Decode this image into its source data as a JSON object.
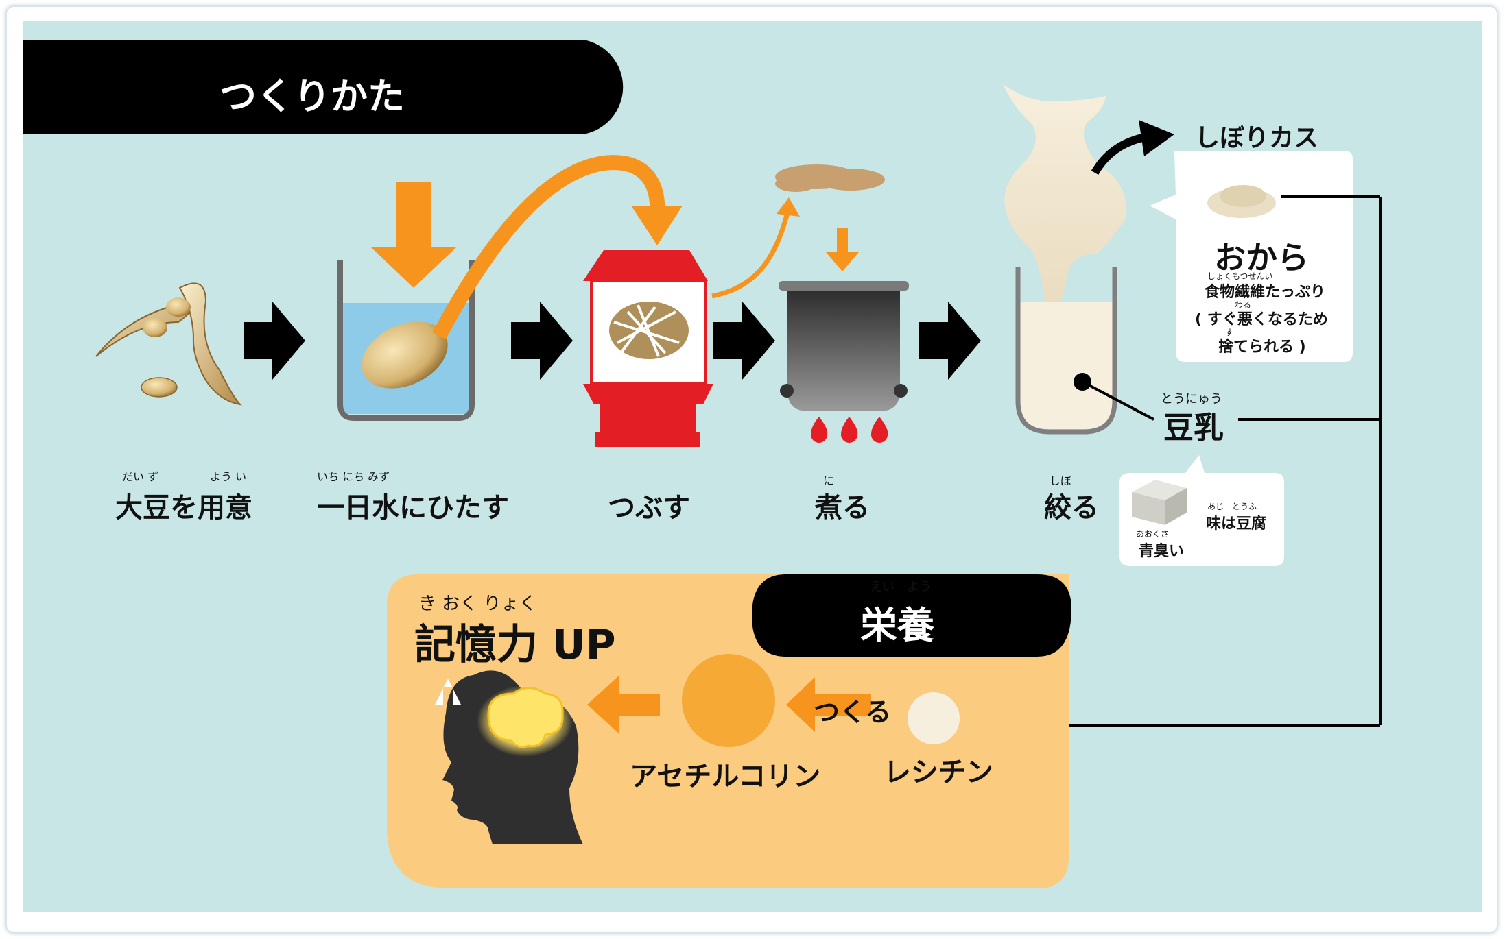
{
  "header": {
    "title": "つくりかた"
  },
  "steps": [
    {
      "ruby_1": "だい ず",
      "ruby_2": "よう い",
      "label": "大豆を用意"
    },
    {
      "ruby": "いち にち みず",
      "label": "一日水にひたす"
    },
    {
      "label": "つぶす"
    },
    {
      "ruby": "に",
      "label": "煮る"
    },
    {
      "ruby": "しぼ",
      "label": "絞る"
    }
  ],
  "byproduct": {
    "title": "しぼりカス",
    "name": "おから",
    "ruby_fiber": "しょくもつせんい",
    "line1": "食物繊維たっぷり",
    "ruby_bad": "わる",
    "line2": "( すぐ悪くなるため",
    "ruby_throw": "す",
    "line3": "捨てられる )"
  },
  "soymilk": {
    "ruby": "とうにゅう",
    "label": "豆乳",
    "ruby_smell": "あおくさ",
    "smell": "青臭い",
    "ruby_taste": "あじ　とうふ",
    "taste": "味は豆腐"
  },
  "nutrition": {
    "title_ruby": "えい　よう",
    "title": "栄養",
    "memory_ruby": "き おく りょく",
    "memory": "記憶力 UP",
    "makes": "つくる",
    "acetylcholine": "アセチルコリン",
    "lecithin": "レシチン"
  },
  "colors": {
    "background": "#c9e6e6",
    "header_bg": "#000000",
    "orange_arrow": "#f7941d",
    "nutrition_bg": "#fbcb7f",
    "blender_red": "#e31e24",
    "brain_glow": "#ffe46a"
  },
  "icons": [
    "soybean-pod-icon",
    "water-glass-icon",
    "blender-icon",
    "pot-icon",
    "flame-icon",
    "squeeze-icon",
    "okara-pile-icon",
    "tofu-block-icon",
    "head-brain-icon",
    "up-arrow-icon"
  ]
}
